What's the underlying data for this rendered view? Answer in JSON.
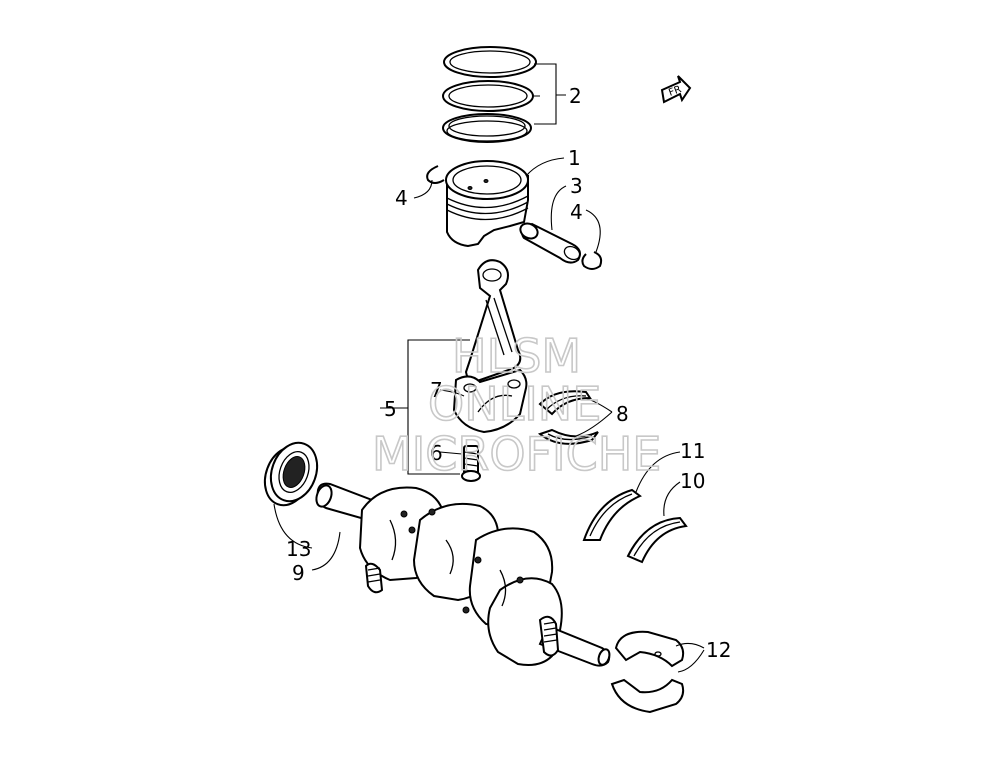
{
  "watermark": {
    "line1": "HLSM",
    "line2": "ONLINE",
    "line3": "MICROFICHE"
  },
  "direction_marker": "FR",
  "callouts": {
    "c1": "1",
    "c2": "2",
    "c3": "3",
    "c4a": "4",
    "c4b": "4",
    "c5": "5",
    "c6": "6",
    "c7": "7",
    "c8": "8",
    "c9": "9",
    "c10": "10",
    "c11": "11",
    "c12": "12",
    "c13": "13"
  }
}
